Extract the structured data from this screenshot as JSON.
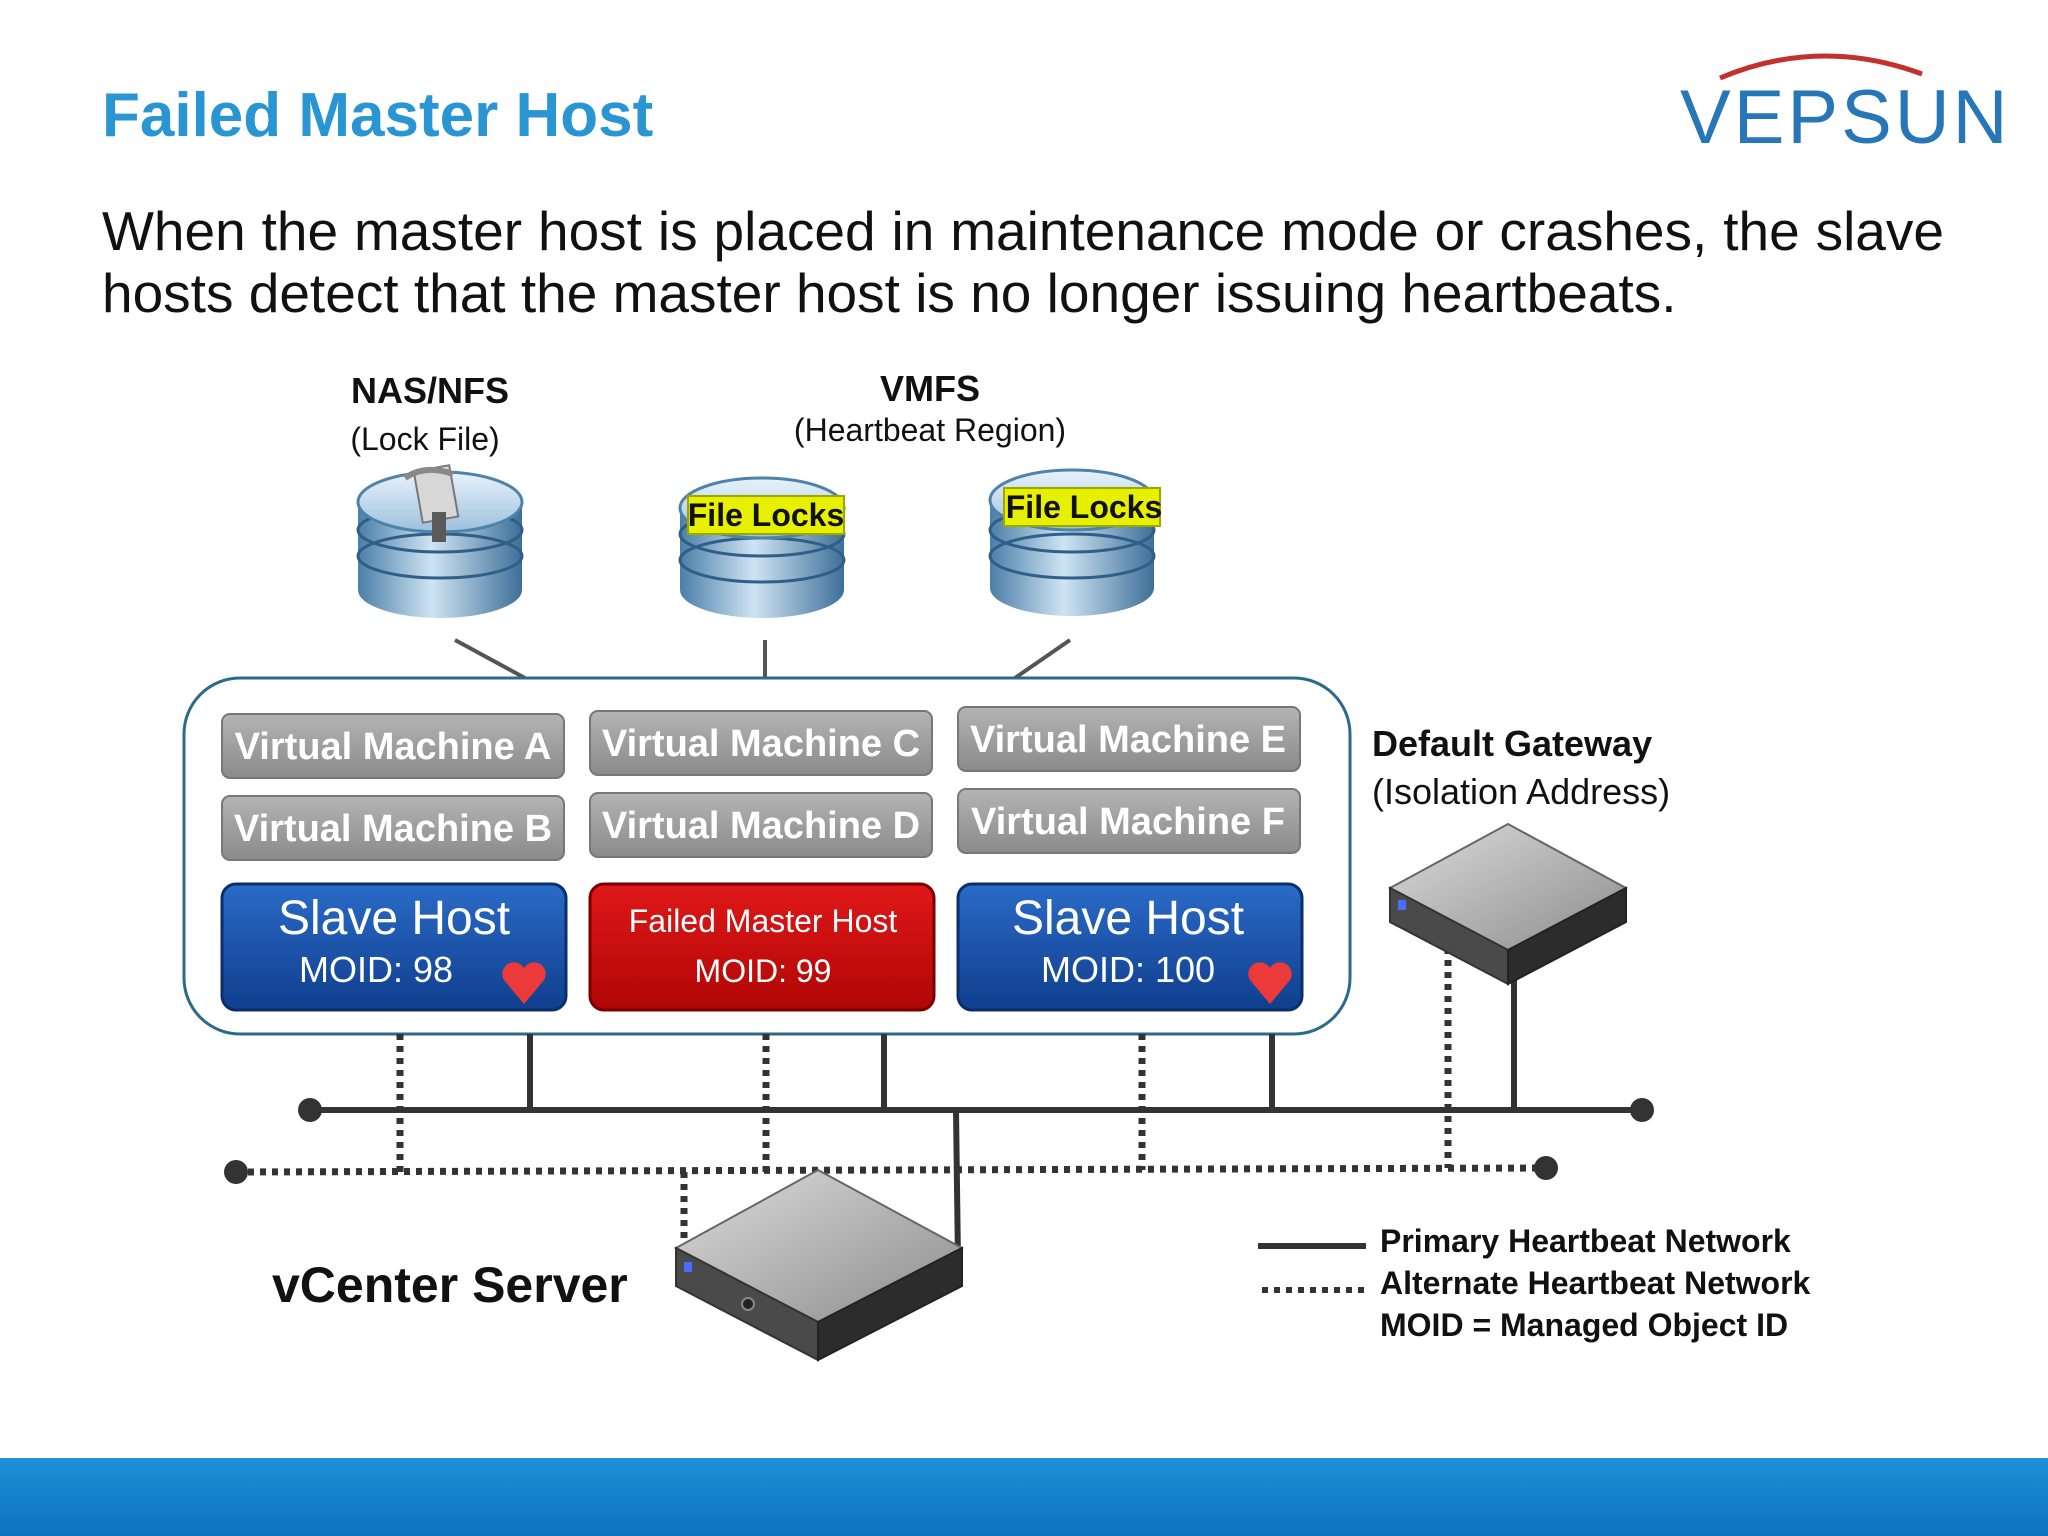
{
  "title": "Failed Master Host",
  "logo": {
    "text": "VEPSUN"
  },
  "intro": "When the master host is placed in maintenance mode or crashes, the slave hosts detect that the master host is no longer issuing heartbeats.",
  "storage": {
    "nas": {
      "title": "NAS/NFS",
      "subtitle": "(Lock File)"
    },
    "vmfs": {
      "title": "VMFS",
      "subtitle": "(Heartbeat Region)"
    },
    "file_locks_1": "File Locks",
    "file_locks_2": "File Locks"
  },
  "vms": {
    "a": "Virtual Machine A",
    "b": "Virtual Machine B",
    "c": "Virtual Machine C",
    "d": "Virtual Machine D",
    "e": "Virtual Machine E",
    "f": "Virtual Machine F"
  },
  "hosts": {
    "slave1": {
      "name": "Slave Host",
      "moid": "MOID: 98"
    },
    "failed": {
      "name": "Failed Master Host",
      "moid": "MOID: 99"
    },
    "slave2": {
      "name": "Slave Host",
      "moid": "MOID: 100"
    }
  },
  "gateway": {
    "title": "Default Gateway",
    "subtitle": "(Isolation Address)"
  },
  "vcenter": "vCenter Server",
  "legend": {
    "primary": "Primary Heartbeat Network",
    "alternate": "Alternate Heartbeat Network",
    "moid": "MOID = Managed Object ID"
  },
  "colors": {
    "title": "#2a95d3",
    "slave_host": "#1a4fa6",
    "failed_host": "#cc0a0a",
    "vm_box": "#9a9a9a",
    "file_locks": "#e6f000",
    "heart": "#ec3a3a",
    "bottom_bar": "#0b80cc"
  }
}
